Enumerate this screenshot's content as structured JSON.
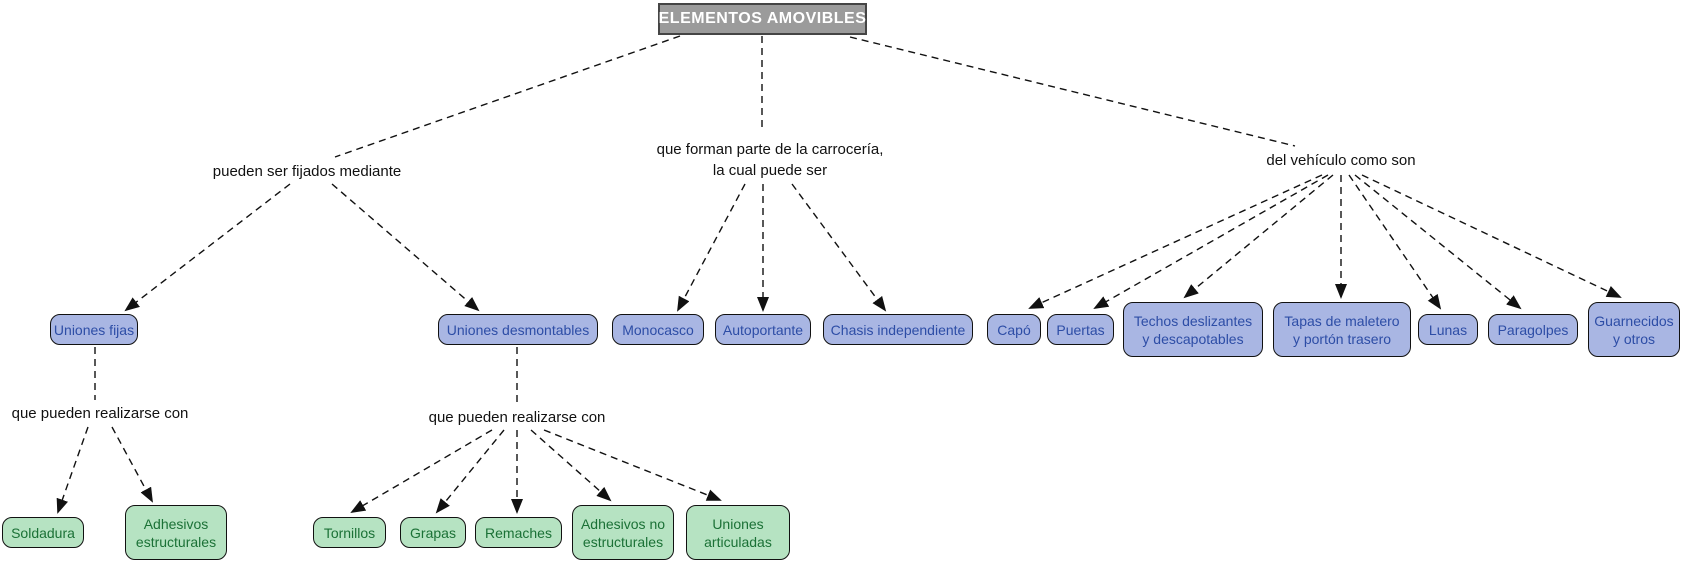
{
  "diagram": {
    "root": {
      "label": "ELEMENTOS AMOVIBLES"
    },
    "linking_phrases": {
      "fijados": "pueden ser fijados mediante",
      "carroceria_line1": "que forman parte de la carrocería,",
      "carroceria_line2": "la cual puede ser",
      "vehiculo": "del vehículo como son",
      "realizarse_fijas": "que pueden realizarse con",
      "realizarse_desmontables": "que pueden realizarse con"
    },
    "concepts": {
      "uniones_fijas": {
        "label": "Uniones fijas"
      },
      "uniones_desmontables": {
        "label": "Uniones desmontables"
      },
      "monocasco": {
        "label": "Monocasco"
      },
      "autoportante": {
        "label": "Autoportante"
      },
      "chasis_independiente": {
        "label": "Chasis independiente"
      },
      "capo": {
        "label": "Capó"
      },
      "puertas": {
        "label": "Puertas"
      },
      "techos": {
        "line1": "Techos deslizantes",
        "line2": "y descapotables"
      },
      "tapas": {
        "line1": "Tapas de maletero",
        "line2": "y portón trasero"
      },
      "lunas": {
        "label": "Lunas"
      },
      "paragolpes": {
        "label": "Paragolpes"
      },
      "guarnecidos": {
        "line1": "Guarnecidos",
        "line2": "y otros"
      },
      "soldadura": {
        "label": "Soldadura"
      },
      "adhesivos_estructurales": {
        "line1": "Adhesivos",
        "line2": "estructurales"
      },
      "tornillos": {
        "label": "Tornillos"
      },
      "grapas": {
        "label": "Grapas"
      },
      "remaches": {
        "label": "Remaches"
      },
      "adhesivos_no_estructurales": {
        "line1": "Adhesivos no",
        "line2": "estructurales"
      },
      "uniones_articuladas": {
        "line1": "Uniones",
        "line2": "articuladas"
      }
    },
    "colors": {
      "concept_fill_blue": "#a9b6e3",
      "concept_text_blue": "#2d4da6",
      "concept_fill_green": "#b6e3c2",
      "concept_text_green": "#1b7136",
      "root_fill": "#9b9b9b",
      "root_text": "#ffffff",
      "line": "#111111"
    }
  }
}
